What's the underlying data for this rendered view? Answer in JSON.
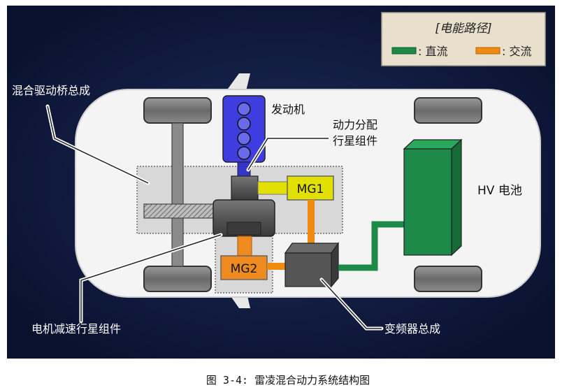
{
  "legend": {
    "title": "[电能路径]",
    "dc_label": ": 直流",
    "ac_label": ": 交流",
    "dc_color": "#1e8a4a",
    "ac_color": "#f08a10"
  },
  "labels": {
    "hybrid_transaxle": "混合驱动桥总成",
    "engine": "发动机",
    "power_split_line1": "动力分配",
    "power_split_line2": "行星组件",
    "mg1": "MG1",
    "mg2": "MG2",
    "hv_battery": "HV 电池",
    "motor_reduction": "电机减速行星组件",
    "inverter": "变频器总成"
  },
  "colors": {
    "background": "#0c1638",
    "engine": "#3e3ee0",
    "mg1": "#e2e000",
    "mg2": "#ee8a1e",
    "battery": "#1e8a4a",
    "dc_line": "#1e8a4a",
    "ac_line": "#f08a10"
  },
  "caption": "图 3-4: 雷凌混合动力系统结构图"
}
